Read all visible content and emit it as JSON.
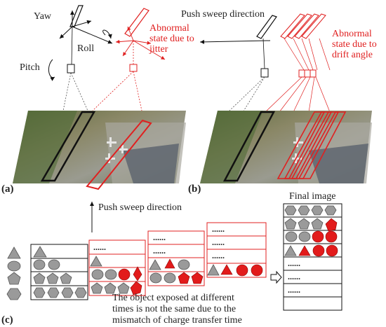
{
  "panel_a": {
    "label": "(a)",
    "axis_yaw": "Yaw",
    "axis_roll": "Roll",
    "axis_pitch": "Pitch",
    "jitter_note": [
      "Abnormal",
      "state due to",
      "jitter"
    ]
  },
  "panel_b": {
    "label": "(b)",
    "push_sweep": "Push sweep direction",
    "drift_note": [
      "Abnormal",
      "state due to",
      "drift angle"
    ]
  },
  "panel_c": {
    "label": "(c)",
    "push_sweep": "Push sweep direction",
    "final_image": "Final image",
    "caption": [
      "The object exposed at different",
      "times is not the same due to the",
      "mismatch of charge transfer time"
    ],
    "dots": "......"
  },
  "colors": {
    "normal": "#111111",
    "abnormal": "#e02020",
    "shape_fill": "#9a9a9a",
    "shape_red": "#e21b1b"
  }
}
